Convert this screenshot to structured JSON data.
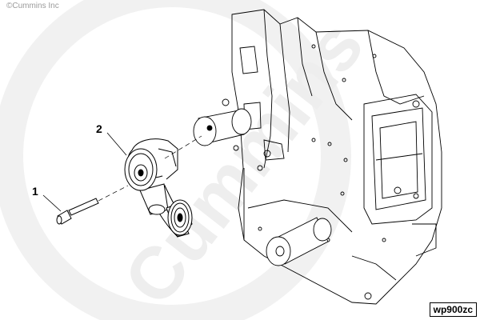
{
  "copyright": "©Cummins Inc",
  "watermark": "Cummins",
  "figure_code": "wp900zc",
  "callouts": [
    {
      "label": "1"
    },
    {
      "label": "2"
    }
  ],
  "colors": {
    "line": "#000000",
    "watermark": "#eeeeee",
    "leader": "#000000"
  }
}
